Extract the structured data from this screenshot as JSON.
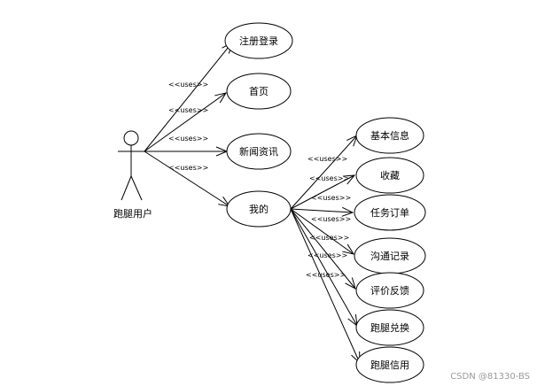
{
  "actor": {
    "label": "跑腿用户"
  },
  "relationship_label": "<<uses>>",
  "primary_use_cases": [
    {
      "id": "register",
      "label": "注册登录"
    },
    {
      "id": "home",
      "label": "首页"
    },
    {
      "id": "news",
      "label": "新闻资讯"
    },
    {
      "id": "mine",
      "label": "我的"
    }
  ],
  "sub_use_cases": [
    {
      "id": "basic-info",
      "label": "基本信息"
    },
    {
      "id": "favorites",
      "label": "收藏"
    },
    {
      "id": "task-orders",
      "label": "任务订单"
    },
    {
      "id": "chat-records",
      "label": "沟通记录"
    },
    {
      "id": "review-feedback",
      "label": "评价反馈"
    },
    {
      "id": "errand-redeem",
      "label": "跑腿兑换"
    },
    {
      "id": "errand-credit",
      "label": "跑腿信用"
    }
  ],
  "watermark": "CSDN @81330-BS"
}
